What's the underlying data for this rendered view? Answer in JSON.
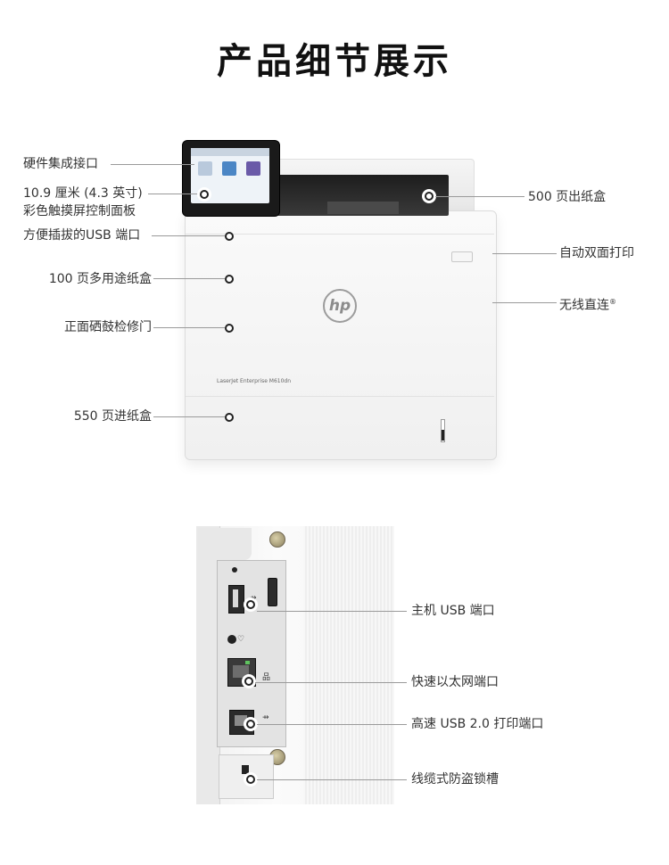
{
  "title": "产品细节展示",
  "printer": {
    "brand_logo": "hp",
    "model": "LaserJet Enterprise M610dn",
    "labels_left": {
      "interface": "硬件集成接口",
      "screen_line1": "10.9 厘米 (4.3 英寸)",
      "screen_line2": "彩色触摸屏控制面板",
      "usb_port": "方便插拔的USB 端口",
      "multi_tray": "100 页多用途纸盒",
      "front_door": "正面硒鼓检修门",
      "input_tray": "550 页进纸盒"
    },
    "labels_right": {
      "output_bin": "500 页出纸盒",
      "duplex": "自动双面打印",
      "wireless": "无线直连",
      "wireless_mark": "®"
    }
  },
  "rear": {
    "labels": {
      "host_usb": "主机 USB 端口",
      "ethernet": "快速以太网端口",
      "usb_print": "高速 USB 2.0 打印端口",
      "lock_slot": "线缆式防盗锁槽"
    }
  },
  "colors": {
    "line": "#9a9a9a",
    "text": "#333333",
    "title": "#111111",
    "printer_body": "#f4f4f4"
  },
  "icons": {
    "usb": "usb-icon",
    "network": "network-icon",
    "lock": "lock-icon"
  }
}
